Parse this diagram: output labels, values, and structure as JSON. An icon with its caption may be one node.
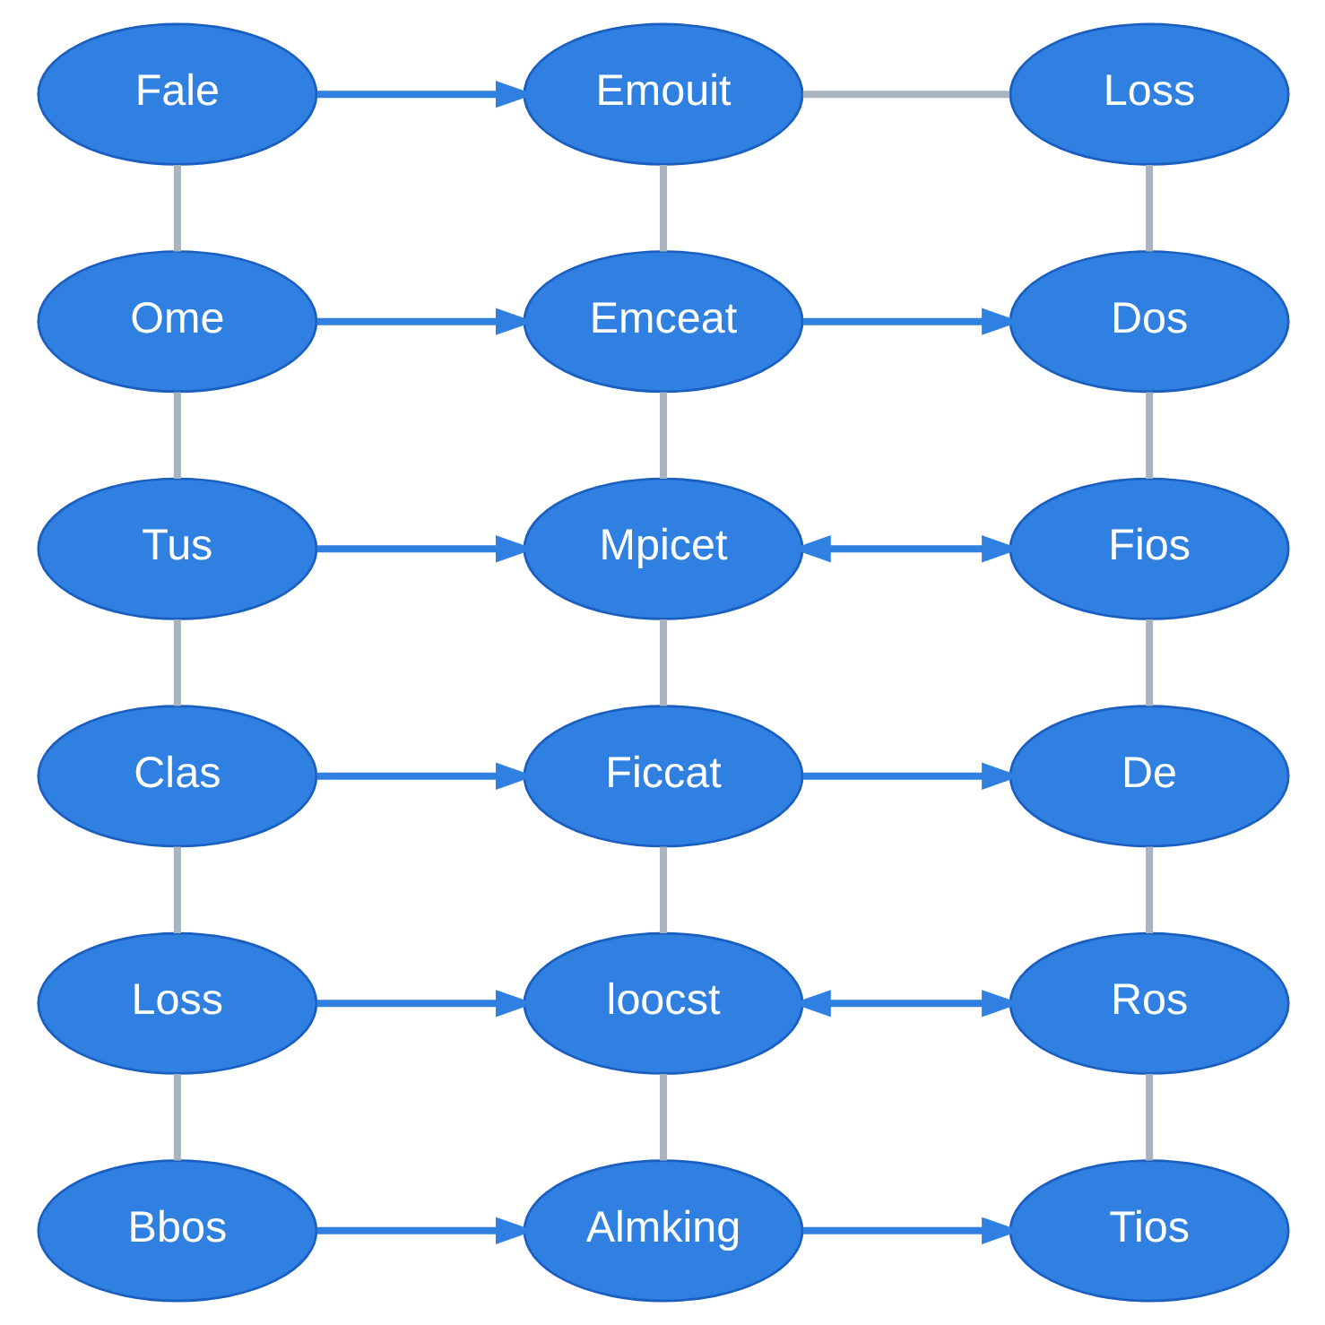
{
  "diagram": {
    "nodes": [
      {
        "text": [
          "Fale"
        ]
      },
      {
        "text": [
          "Emouit"
        ]
      },
      {
        "text": [
          "Loss"
        ]
      },
      {
        "text": [
          "Ome"
        ]
      },
      {
        "text": [
          "Emceat"
        ]
      },
      {
        "text": [
          "Dos"
        ]
      },
      {
        "text": [
          "Tus"
        ]
      },
      {
        "text": [
          "Mpicet"
        ]
      },
      {
        "text": [
          "Fios"
        ]
      },
      {
        "text": [
          "Clas"
        ]
      },
      {
        "text": [
          "Ficcat"
        ]
      },
      {
        "text": [
          "De"
        ]
      },
      {
        "text": [
          "Loss"
        ]
      },
      {
        "text": [
          "loocst"
        ]
      },
      {
        "text": [
          "Ros"
        ]
      },
      {
        "text": [
          "Bbos"
        ]
      },
      {
        "text": [
          "Almking"
        ]
      },
      {
        "text": [
          "Tios"
        ]
      }
    ],
    "edges": [
      {
        "from": 0,
        "to": 1,
        "arrow": "to",
        "color": "#2f80e0"
      },
      {
        "from": 1,
        "to": 2,
        "arrow": "none"
      },
      {
        "from": 3,
        "to": 4,
        "arrow": "to",
        "color": "#2f80e0"
      },
      {
        "from": 4,
        "to": 5,
        "arrow": "to",
        "color": "#2f80e0"
      },
      {
        "from": 6,
        "to": 7,
        "arrow": "to",
        "color": "#2f80e0"
      },
      {
        "from": 7,
        "to": 8,
        "arrow": "both",
        "color": "#2f80e0"
      },
      {
        "from": 9,
        "to": 10,
        "arrow": "to",
        "color": "#2f80e0"
      },
      {
        "from": 10,
        "to": 11,
        "arrow": "to",
        "color": "#2f80e0"
      },
      {
        "from": 12,
        "to": 13,
        "arrow": "to",
        "color": "#2f80e0"
      },
      {
        "from": 13,
        "to": 14,
        "arrow": "both",
        "color": "#2f80e0"
      },
      {
        "from": 15,
        "to": 16,
        "arrow": "to",
        "color": "#2f80e0"
      },
      {
        "from": 16,
        "to": 17,
        "arrow": "to",
        "color": "#2f80e0"
      },
      {
        "from": 0,
        "to": 3,
        "arrow": "none"
      },
      {
        "from": 3,
        "to": 6,
        "arrow": "none"
      },
      {
        "from": 6,
        "to": 9,
        "arrow": "none"
      },
      {
        "from": 9,
        "to": 12,
        "arrow": "none"
      },
      {
        "from": 12,
        "to": 15,
        "arrow": "none"
      },
      {
        "from": 1,
        "to": 4,
        "arrow": "none"
      },
      {
        "from": 4,
        "to": 7,
        "arrow": "none"
      },
      {
        "from": 7,
        "to": 10,
        "arrow": "none"
      },
      {
        "from": 10,
        "to": 13,
        "arrow": "none"
      },
      {
        "from": 13,
        "to": 16,
        "arrow": "none"
      },
      {
        "from": 2,
        "to": 5,
        "arrow": "none"
      },
      {
        "from": 5,
        "to": 8,
        "arrow": "none"
      },
      {
        "from": 8,
        "to": 11,
        "arrow": "none"
      },
      {
        "from": 11,
        "to": 14,
        "arrow": "none"
      },
      {
        "from": 14,
        "to": 17,
        "arrow": "none"
      }
    ]
  }
}
